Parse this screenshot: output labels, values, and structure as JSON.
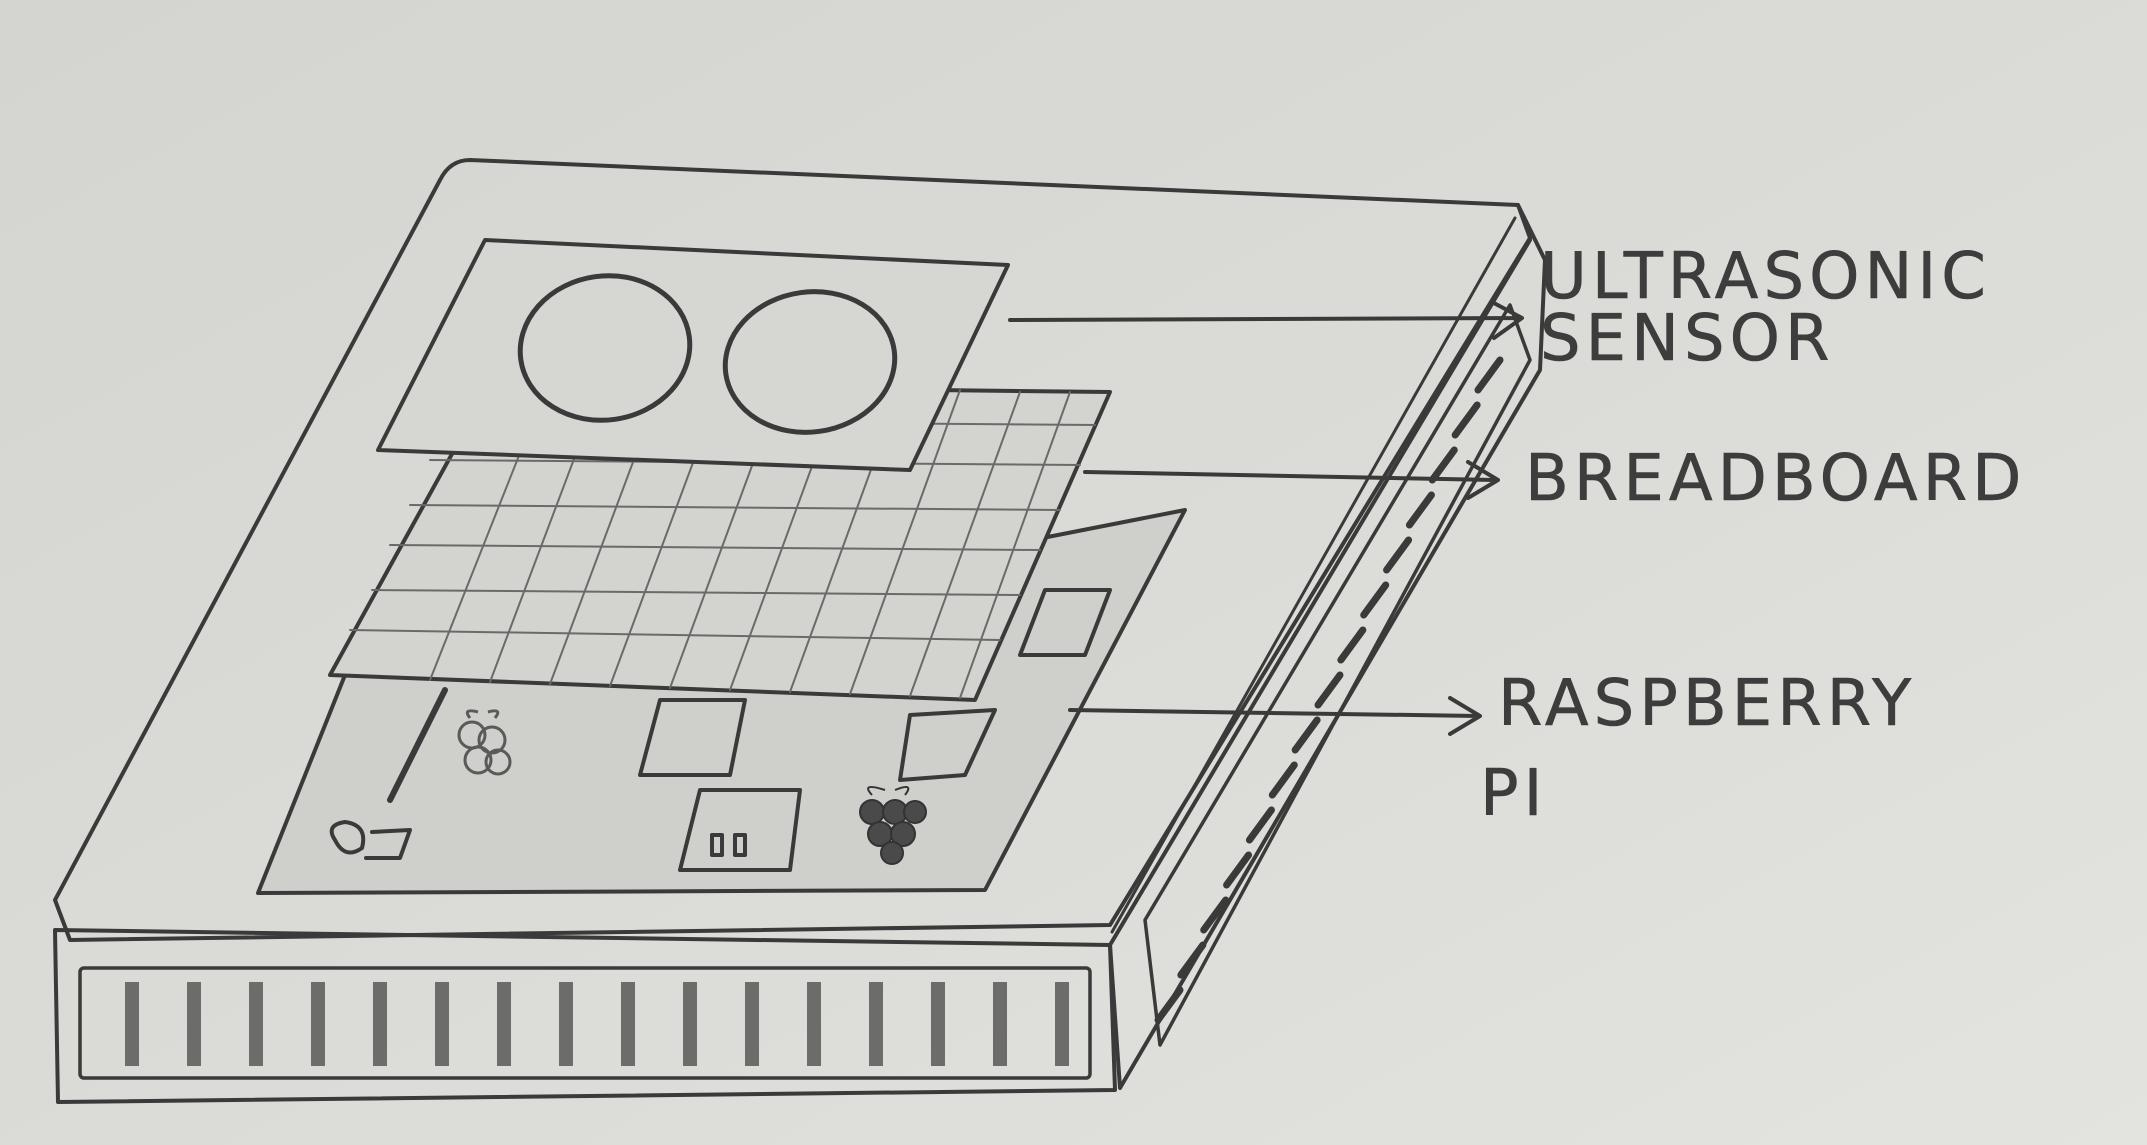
{
  "diagram": {
    "ink_color": "#3a3a3a",
    "paper_color": "#d9d9d5",
    "components": [
      {
        "id": "ultrasonic",
        "label_lines": [
          "ULTRASONIC",
          "SENSOR"
        ]
      },
      {
        "id": "breadboard",
        "label_lines": [
          "BREADBOARD"
        ]
      },
      {
        "id": "raspberry_pi",
        "label_lines": [
          "RASPBERRY",
          "PI"
        ]
      }
    ]
  }
}
